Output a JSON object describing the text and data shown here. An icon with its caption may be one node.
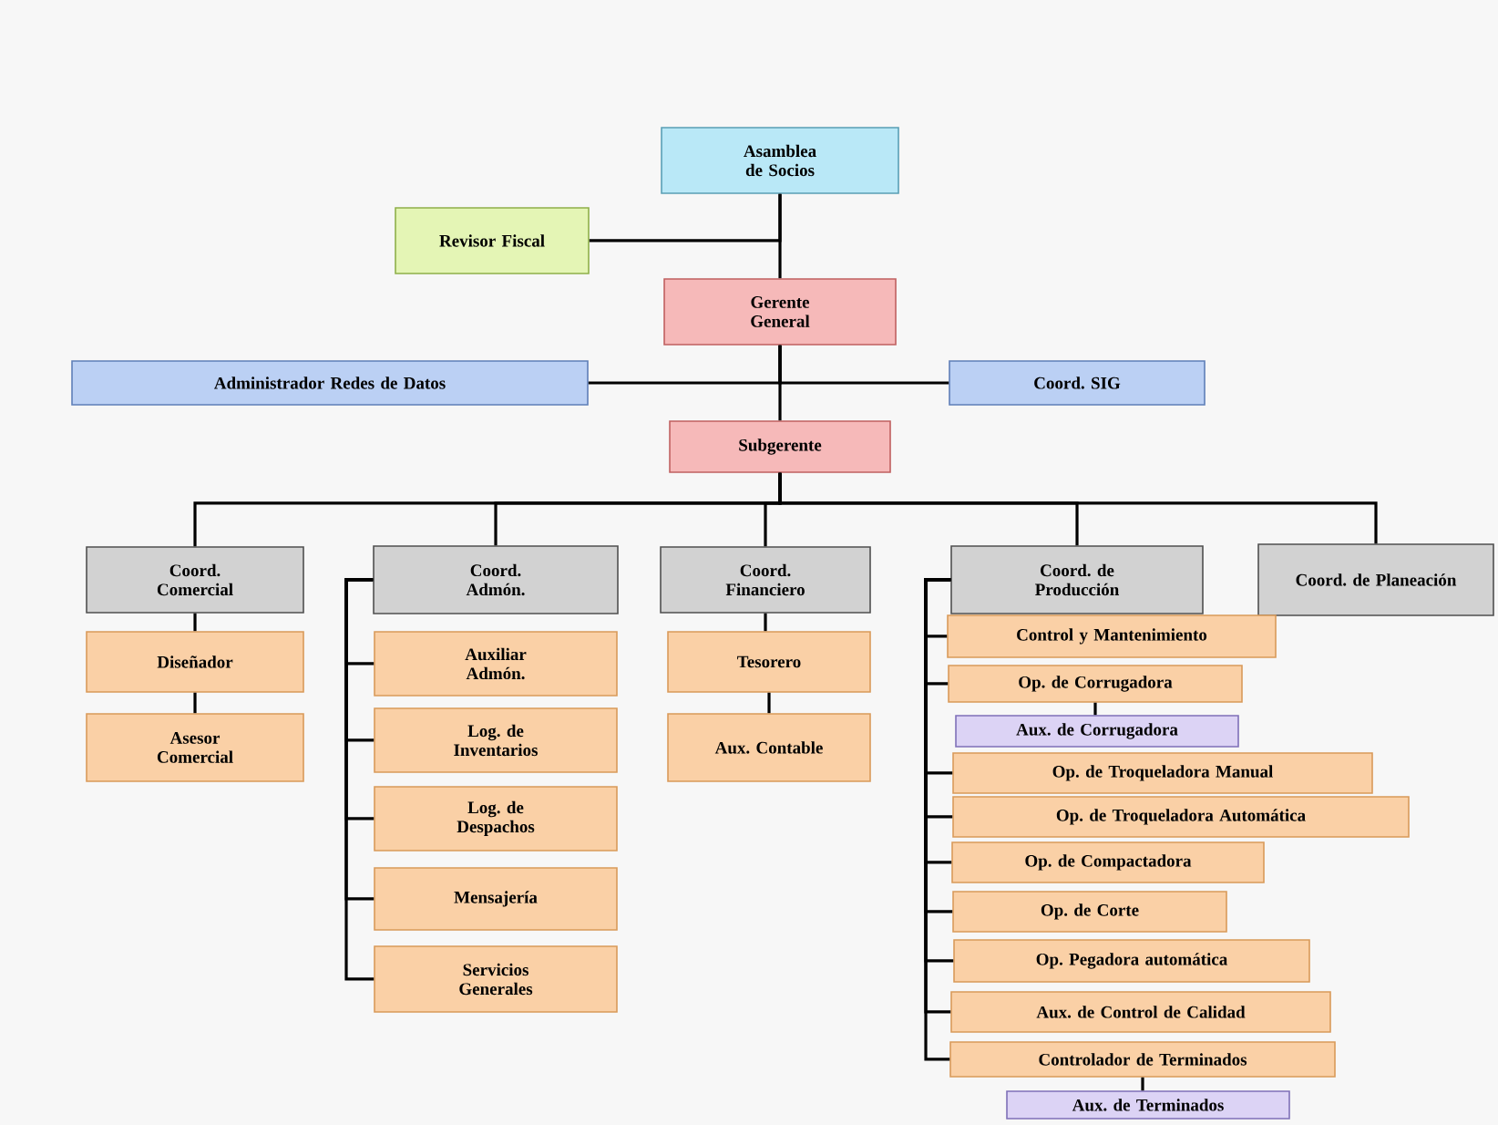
{
  "diagram": {
    "nodes": [
      {
        "text": [
          "Asamblea de Socios"
        ]
      },
      {
        "text": [
          "Revisor Fiscal"
        ]
      },
      {
        "text": [
          "Gerente General"
        ]
      },
      {
        "text": [
          "Administrador Redes de Datos"
        ]
      },
      {
        "text": [
          "Coord. SIG"
        ]
      },
      {
        "text": [
          "Subgerente"
        ]
      },
      {
        "text": [
          "Coord. Comercial"
        ]
      },
      {
        "text": [
          "Diseñador"
        ]
      },
      {
        "text": [
          "Asesor Comercial"
        ]
      },
      {
        "text": [
          "Coord. Admón."
        ]
      },
      {
        "text": [
          "Auxiliar Admón."
        ]
      },
      {
        "text": [
          "Log. de Inventarios"
        ]
      },
      {
        "text": [
          "Log. de Despachos"
        ]
      },
      {
        "text": [
          "Mensajería"
        ]
      },
      {
        "text": [
          "Servicios Generales"
        ]
      },
      {
        "text": [
          "Coord. Financiero"
        ]
      },
      {
        "text": [
          "Tesorero"
        ]
      },
      {
        "text": [
          "Aux. Contable"
        ]
      },
      {
        "text": [
          "Coord. de Producción"
        ]
      },
      {
        "text": [
          "Coord. de Planeación"
        ]
      },
      {
        "text": [
          "Control y Mantenimiento"
        ]
      },
      {
        "text": [
          "Op. de Corrugadora"
        ]
      },
      {
        "text": [
          "Aux. de Corrugadora"
        ]
      },
      {
        "text": [
          "Op. de Troqueladora Manual"
        ]
      },
      {
        "text": [
          "Op. de Troqueladora Automática"
        ]
      },
      {
        "text": [
          "Op. de Compactadora"
        ]
      },
      {
        "text": [
          "Op. de Corte"
        ]
      },
      {
        "text": [
          "Op. Pegadora automática"
        ]
      },
      {
        "text": [
          "Aux. de Control de Calidad"
        ]
      },
      {
        "text": [
          "Controlador de Terminados"
        ]
      },
      {
        "text": [
          "Aux. de Terminados"
        ]
      }
    ],
    "edges": [
      {
        "from": 0,
        "to": 1,
        "arrow": "none"
      },
      {
        "from": 0,
        "to": 2,
        "arrow": "none"
      },
      {
        "from": 2,
        "to": 3,
        "arrow": "none"
      },
      {
        "from": 2,
        "to": 4,
        "arrow": "none"
      },
      {
        "from": 2,
        "to": 5,
        "arrow": "none"
      },
      {
        "from": 5,
        "to": 6,
        "arrow": "none"
      },
      {
        "from": 5,
        "to": 9,
        "arrow": "none"
      },
      {
        "from": 5,
        "to": 15,
        "arrow": "none"
      },
      {
        "from": 5,
        "to": 18,
        "arrow": "none"
      },
      {
        "from": 5,
        "to": 19,
        "arrow": "none"
      },
      {
        "from": 6,
        "to": 7,
        "arrow": "none"
      },
      {
        "from": 7,
        "to": 8,
        "arrow": "none"
      },
      {
        "from": 9,
        "to": 10,
        "arrow": "none"
      },
      {
        "from": 9,
        "to": 11,
        "arrow": "none"
      },
      {
        "from": 9,
        "to": 12,
        "arrow": "none"
      },
      {
        "from": 9,
        "to": 13,
        "arrow": "none"
      },
      {
        "from": 9,
        "to": 14,
        "arrow": "none"
      },
      {
        "from": 15,
        "to": 16,
        "arrow": "none"
      },
      {
        "from": 16,
        "to": 17,
        "arrow": "none"
      },
      {
        "from": 18,
        "to": 20,
        "arrow": "none"
      },
      {
        "from": 18,
        "to": 21,
        "arrow": "none"
      },
      {
        "from": 21,
        "to": 22,
        "arrow": "none"
      },
      {
        "from": 18,
        "to": 23,
        "arrow": "none"
      },
      {
        "from": 18,
        "to": 24,
        "arrow": "none"
      },
      {
        "from": 18,
        "to": 25,
        "arrow": "none"
      },
      {
        "from": 18,
        "to": 26,
        "arrow": "none"
      },
      {
        "from": 18,
        "to": 27,
        "arrow": "none"
      },
      {
        "from": 18,
        "to": 28,
        "arrow": "none"
      },
      {
        "from": 18,
        "to": 29,
        "arrow": "none"
      },
      {
        "from": 29,
        "to": 30,
        "arrow": "none"
      }
    ]
  }
}
